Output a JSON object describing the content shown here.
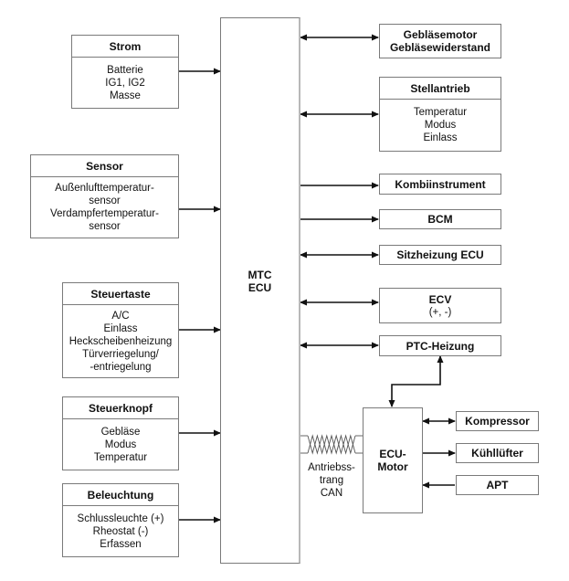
{
  "diagram": {
    "central_unit": {
      "line1": "MTC",
      "line2": "ECU"
    },
    "inputs": [
      {
        "title": "Strom",
        "lines": [
          "Batterie",
          "IG1, IG2",
          "Masse"
        ]
      },
      {
        "title": "Sensor",
        "lines": [
          "Außenlufttemperatur-",
          "sensor",
          "Verdampfertemperatur-",
          "sensor"
        ]
      },
      {
        "title": "Steuertaste",
        "lines": [
          "A/C",
          "Einlass",
          "Heckscheibenheizung",
          "Türverriegelung/",
          "-entriegelung"
        ]
      },
      {
        "title": "Steuerknopf",
        "lines": [
          "Gebläse",
          "Modus",
          "Temperatur"
        ]
      },
      {
        "title": "Beleuchtung",
        "lines": [
          "Schlussleuchte (+)",
          "Rheostat (-)",
          "Erfassen"
        ]
      }
    ],
    "outputs": [
      {
        "lines": [
          "Gebläsemotor",
          "Gebläsewiderstand"
        ],
        "connection": "bidirectional"
      },
      {
        "title": "Stellantrieb",
        "lines": [
          "Temperatur",
          "Modus",
          "Einlass"
        ],
        "connection": "bidirectional"
      },
      {
        "lines": [
          "Kombiinstrument"
        ],
        "connection": "output"
      },
      {
        "lines": [
          "BCM"
        ],
        "connection": "output"
      },
      {
        "lines": [
          "Sitzheizung ECU"
        ],
        "connection": "bidirectional"
      },
      {
        "title": "ECV",
        "sub": "(+, -)",
        "connection": "bidirectional"
      },
      {
        "lines": [
          "PTC-Heizung"
        ],
        "connection": "bidirectional"
      }
    ],
    "engine_ecu": {
      "line1": "ECU-",
      "line2": "Motor"
    },
    "can_bus": {
      "lines": [
        "Antriebss-",
        "trang",
        "CAN"
      ]
    },
    "engine_peripherals": [
      {
        "label": "Kompressor",
        "connection": "bidirectional"
      },
      {
        "label": "Kühllüfter",
        "connection": "output"
      },
      {
        "label": "APT",
        "connection": "input"
      }
    ]
  }
}
